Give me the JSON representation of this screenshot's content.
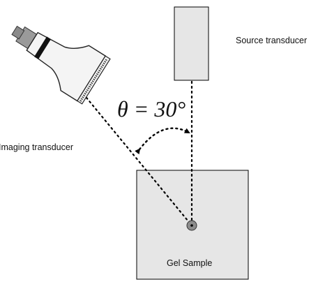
{
  "labels": {
    "source": "Source transducer",
    "imaging": "Imaging transducer",
    "gel": "Gel Sample",
    "angle": "θ = 30°"
  },
  "colors": {
    "box_fill": "#e6e6e6",
    "stroke": "#000000",
    "focal_fill": "#8c8c8c",
    "probe_body": "#f4f4f4",
    "probe_cap": "#9a9a9a"
  },
  "icons": {
    "imaging_probe": "ultrasound-probe-icon"
  }
}
